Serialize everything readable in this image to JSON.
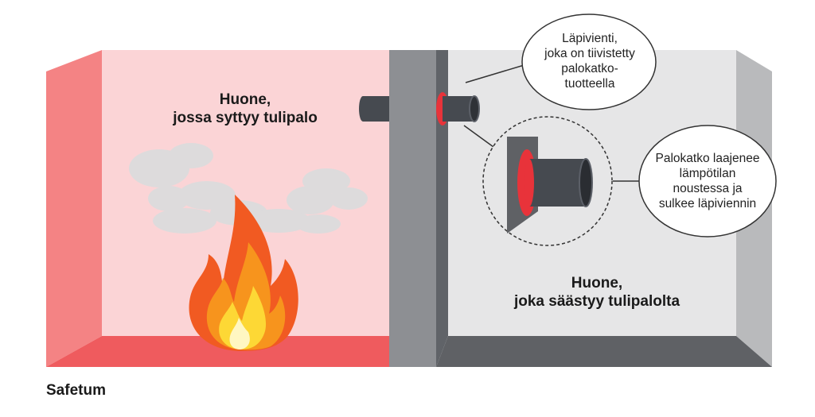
{
  "diagram": {
    "fire_room": {
      "label_lines": [
        "Huone,",
        "jossa syttyy tulipalo"
      ]
    },
    "safe_room": {
      "label_lines": [
        "Huone,",
        "joka säästyy tulipalolta"
      ]
    },
    "callouts": [
      {
        "id": "penetration",
        "lines": [
          "Läpivienti,",
          "joka on tiivistetty",
          "palokatko-",
          "tuotteella"
        ]
      },
      {
        "id": "expansion",
        "lines": [
          "Palokatko laajenee",
          "lämpötilan",
          "noustessa ja",
          "sulkee läpiviennin"
        ]
      }
    ],
    "colors": {
      "fire_room_back": "#fbd4d6",
      "fire_room_side": "#f48384",
      "fire_room_floor": "#ef5b5e",
      "safe_room_back": "#e6e6e7",
      "safe_room_side": "#b9babc",
      "safe_room_floor": "#5f6165",
      "wall": "#8d8f93",
      "pipe": "#464a50",
      "fire_seal": "#e8333a"
    }
  },
  "brand": {
    "name": "Safetum"
  }
}
